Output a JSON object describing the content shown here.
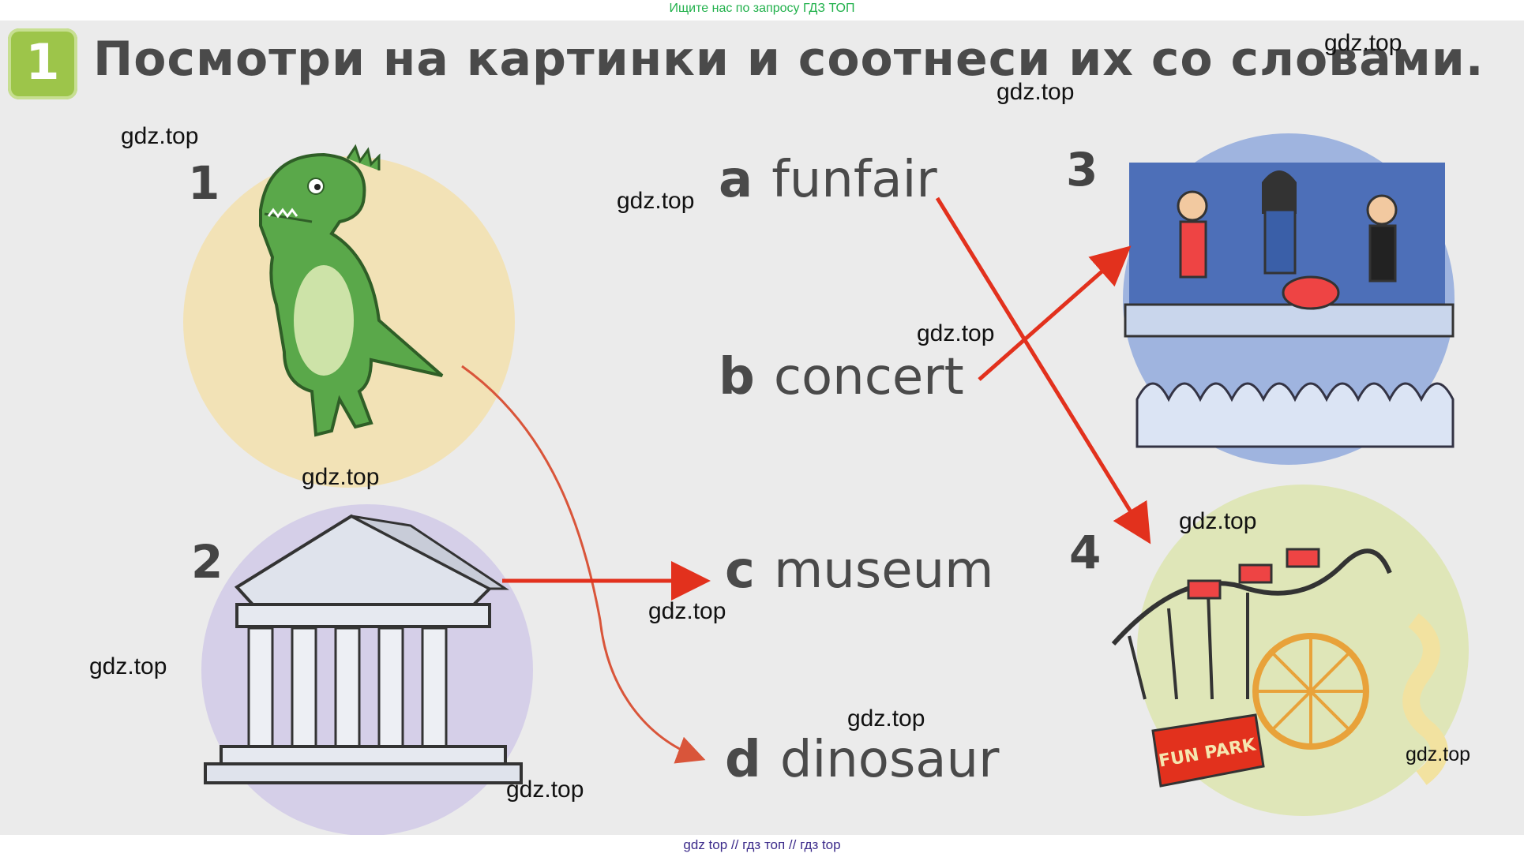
{
  "top_banner": "Ищите нас по запросу ГДЗ ТОП",
  "bottom_banner": "gdz top  //  гдз топ  //  гдз top",
  "task": {
    "number": "1",
    "title": "Посмотри на картинки и соотнеси их со словами."
  },
  "pictures": [
    {
      "number": "1",
      "icon": "dinosaur-icon"
    },
    {
      "number": "2",
      "icon": "museum-building-icon"
    },
    {
      "number": "3",
      "icon": "rock-concert-icon"
    },
    {
      "number": "4",
      "icon": "funfair-icon"
    }
  ],
  "fun_park_sign": "FUN PARK",
  "words": [
    {
      "letter": "a",
      "text": "funfair"
    },
    {
      "letter": "b",
      "text": "concert"
    },
    {
      "letter": "c",
      "text": "museum"
    },
    {
      "letter": "d",
      "text": "dinosaur"
    }
  ],
  "matches": [
    {
      "picture": "1",
      "word": "d"
    },
    {
      "picture": "2",
      "word": "c"
    },
    {
      "picture": "3",
      "word": "b"
    },
    {
      "picture": "4",
      "word": "a"
    }
  ],
  "colors": {
    "arrow": "#e2311d",
    "badge": "#9dc54a",
    "page": "#ebebeb"
  },
  "watermark": "gdz.top"
}
